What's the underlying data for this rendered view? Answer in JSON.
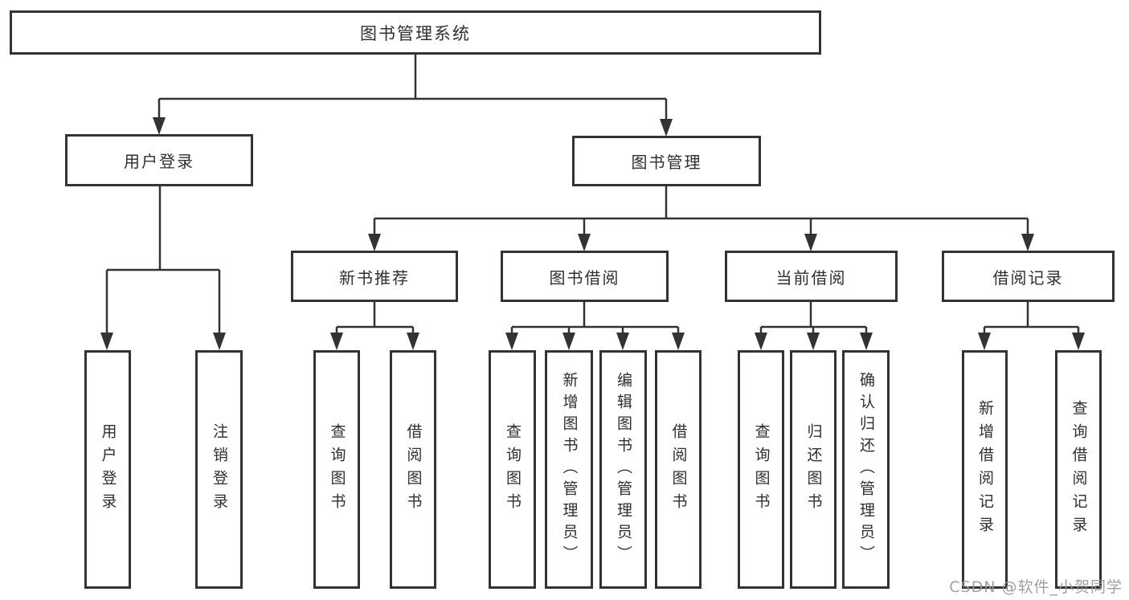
{
  "colors": {
    "line": "#333333",
    "box_border": "#333333",
    "box_background": "#ffffff",
    "text": "#2f2f2f",
    "watermark": "#94989e"
  },
  "watermark": {
    "text": "CSDN @软件_小贺同学"
  },
  "tree": {
    "label": "图书管理系统",
    "children": [
      {
        "label": "用户登录",
        "children": [
          {
            "label": "用户登录"
          },
          {
            "label": "注销登录"
          }
        ]
      },
      {
        "label": "图书管理",
        "children": [
          {
            "label": "新书推荐",
            "children": [
              {
                "label": "查询图书"
              },
              {
                "label": "借阅图书"
              }
            ]
          },
          {
            "label": "图书借阅",
            "children": [
              {
                "label": "查询图书"
              },
              {
                "label": "新增图书（管理员）"
              },
              {
                "label": "编辑图书（管理员）"
              },
              {
                "label": "借阅图书"
              }
            ]
          },
          {
            "label": "当前借阅",
            "children": [
              {
                "label": "查询图书"
              },
              {
                "label": "归还图书"
              },
              {
                "label": "确认归还（管理员）"
              }
            ]
          },
          {
            "label": "借阅记录",
            "children": [
              {
                "label": "新增借阅记录"
              },
              {
                "label": "查询借阅记录"
              }
            ]
          }
        ]
      }
    ]
  }
}
